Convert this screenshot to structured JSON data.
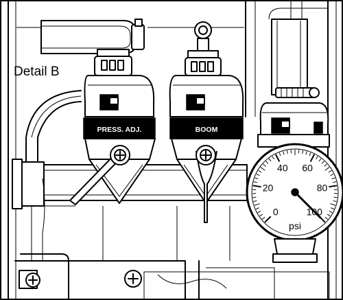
{
  "detail_label": "Detail B",
  "valves": [
    {
      "label": "PRESS. ADJ."
    },
    {
      "label": "BOOM"
    }
  ],
  "gauge": {
    "unit": "psi",
    "scale": [
      {
        "value": "0"
      },
      {
        "value": "20"
      },
      {
        "value": "40"
      },
      {
        "value": "60"
      },
      {
        "value": "80"
      },
      {
        "value": "100"
      }
    ],
    "range": [
      0,
      100
    ],
    "needle_value": 100
  }
}
